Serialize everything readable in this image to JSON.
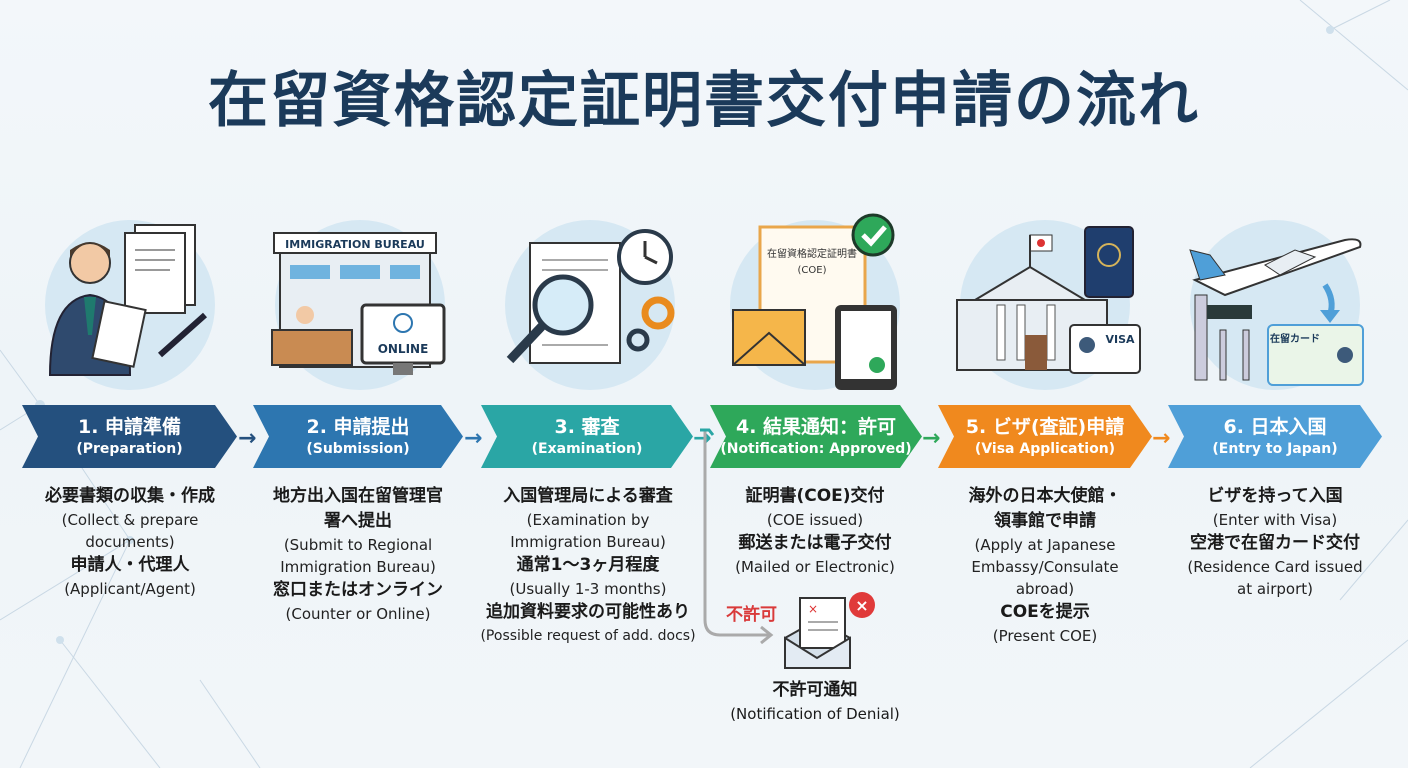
{
  "title": "在留資格認定証明書交付申請の流れ",
  "colors": {
    "step1": "#24507e",
    "step2": "#2d76b0",
    "step3": "#2aa6a5",
    "step4": "#2ea85a",
    "step5": "#f0891e",
    "step6": "#4f9fd8",
    "deny": "#d93a3a"
  },
  "icons": {
    "step2_building_sign": "IMMIGRATION BUREAU",
    "step2_online": "ONLINE",
    "step4_certificate": "在留資格認定証明書",
    "step4_coe": "(COE)",
    "step5_visa": "VISA",
    "step6_card": "在留カード"
  },
  "steps": [
    {
      "title": "1. 申請準備",
      "subtitle": "(Preparation)",
      "lines": [
        {
          "jp": "必要書類の収集・作成",
          "en": "(Collect & prepare documents)"
        },
        {
          "jp": "申請人・代理人",
          "en": "(Applicant/Agent)"
        }
      ]
    },
    {
      "title": "2. 申請提出",
      "subtitle": "(Submission)",
      "lines": [
        {
          "jp": "地方出入国在留管理官署へ提出",
          "en": "(Submit to Regional Immigration Bureau)"
        },
        {
          "jp": "窓口またはオンライン",
          "en": "(Counter or Online)"
        }
      ]
    },
    {
      "title": "3. 審査",
      "subtitle": "(Examination)",
      "lines": [
        {
          "jp": "入国管理局による審査",
          "en": "(Examination by Immigration Bureau)"
        },
        {
          "jp": "通常1〜3ヶ月程度",
          "en": "(Usually 1-3 months)"
        },
        {
          "jp": "追加資料要求の可能性あり",
          "en": "(Possible request of add. docs)"
        }
      ]
    },
    {
      "title": "4. 結果通知：許可",
      "subtitle": "(Notification: Approved)",
      "lines": [
        {
          "jp": "証明書(COE)交付",
          "en": "(COE issued)"
        },
        {
          "jp": "郵送または電子交付",
          "en": "(Mailed or Electronic)"
        }
      ]
    },
    {
      "title": "5. ビザ(査証)申請",
      "subtitle": "(Visa Application)",
      "lines": [
        {
          "jp": "海外の日本大使館・領事館で申請",
          "en": "(Apply at Japanese Embassy/Consulate abroad)"
        },
        {
          "jp": "COEを提示",
          "en": "(Present COE)"
        }
      ]
    },
    {
      "title": "6. 日本入国",
      "subtitle": "(Entry to Japan)",
      "lines": [
        {
          "jp": "ビザを持って入国",
          "en": "(Enter with Visa)"
        },
        {
          "jp": "空港で在留カード交付",
          "en": "(Residence Card issued at airport)"
        }
      ]
    }
  ],
  "denial": {
    "tag": "不許可",
    "title": "不許可通知",
    "subtitle": "(Notification of Denial)"
  }
}
